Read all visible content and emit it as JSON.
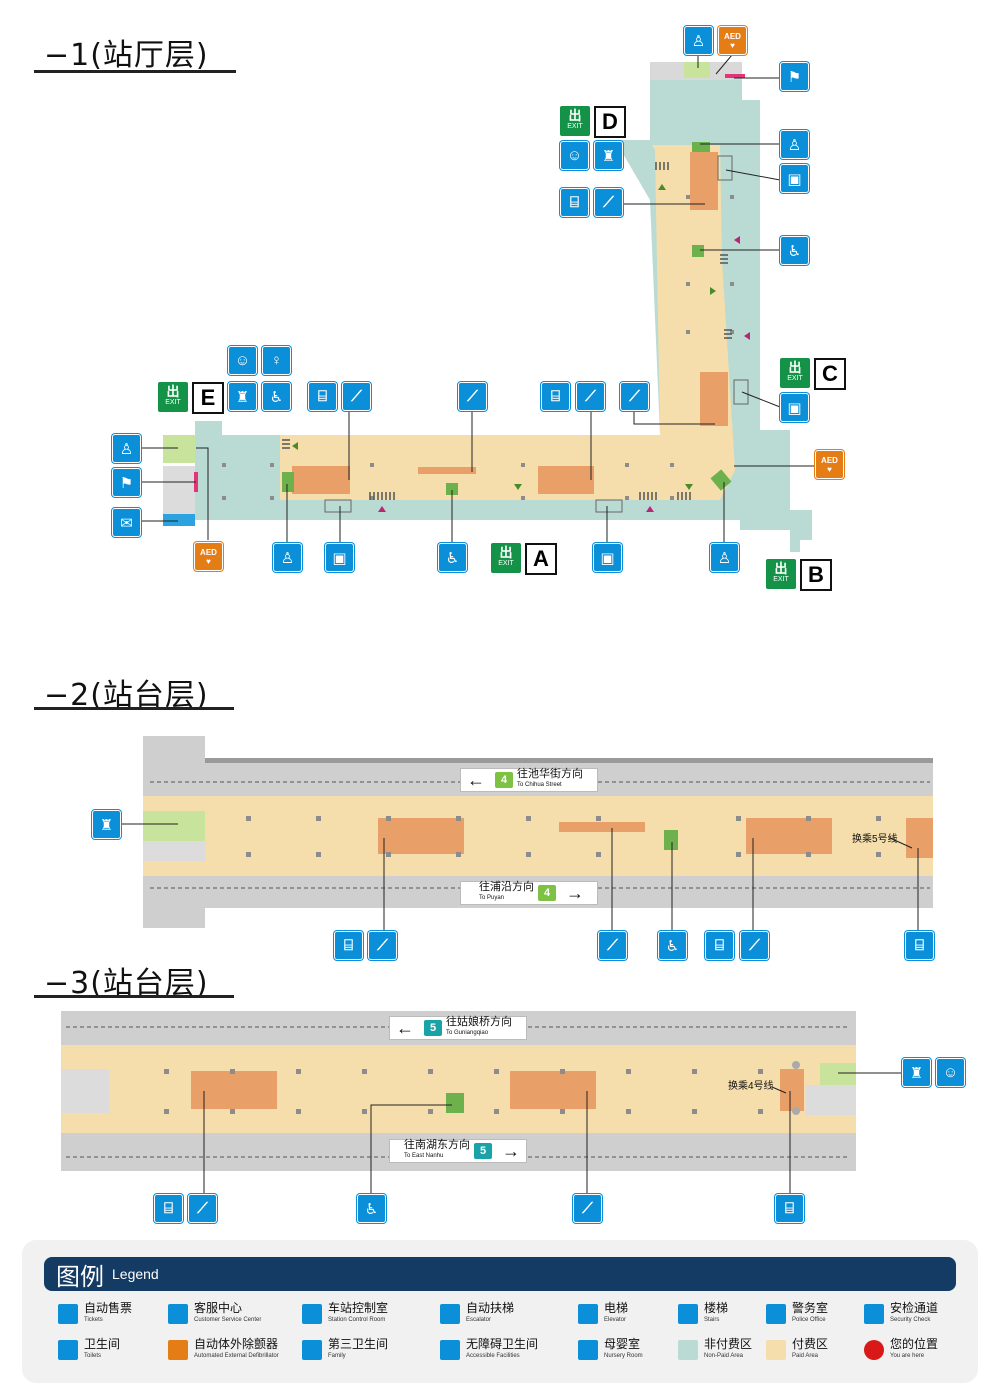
{
  "floors": {
    "f1": {
      "title": "−1(站厅层)"
    },
    "f2": {
      "title": "−2(站台层)"
    },
    "f3": {
      "title": "−3(站台层)"
    }
  },
  "exits": {
    "label_cn": "出",
    "label_en": "EXIT",
    "letters": [
      "A",
      "B",
      "C",
      "D",
      "E"
    ]
  },
  "aed_label": "AED",
  "f2_signs": {
    "top": {
      "cn": "往池华街方向",
      "en": "To Chihua Street",
      "line": "4",
      "line_color": "#7dc242"
    },
    "bottom": {
      "cn": "往浦沿方向",
      "en": "To Puyan",
      "line": "4",
      "line_color": "#7dc242"
    },
    "transfer": "换乘5号线"
  },
  "f3_signs": {
    "top": {
      "cn": "往姑娘桥方向",
      "en": "To Guniangqiao",
      "line": "5",
      "line_color": "#1aa3a7"
    },
    "bottom": {
      "cn": "往南湖东方向",
      "en": "To East Nanhu",
      "line": "5",
      "line_color": "#1aa3a7"
    },
    "transfer": "换乘4号线"
  },
  "legend": {
    "title_cn": "图例",
    "title_en": "Legend",
    "items": [
      {
        "cn": "自动售票",
        "en": "Tickets",
        "icon": "ticket-icon"
      },
      {
        "cn": "客服中心",
        "en": "Customer Service Center",
        "icon": "service-icon"
      },
      {
        "cn": "车站控制室",
        "en": "Station Control Room",
        "icon": "control-room-icon"
      },
      {
        "cn": "自动扶梯",
        "en": "Escalator",
        "icon": "escalator-icon"
      },
      {
        "cn": "电梯",
        "en": "Elevator",
        "icon": "elevator-icon"
      },
      {
        "cn": "楼梯",
        "en": "Stairs",
        "icon": "stairs-icon"
      },
      {
        "cn": "警务室",
        "en": "Police Office",
        "icon": "police-icon"
      },
      {
        "cn": "安检通道",
        "en": "Security Check",
        "icon": "security-icon"
      },
      {
        "cn": "卫生间",
        "en": "Toilets",
        "icon": "toilet-icon"
      },
      {
        "cn": "自动体外除颤器",
        "en": "Automated External Defibrillator",
        "icon": "aed-icon"
      },
      {
        "cn": "第三卫生间",
        "en": "Family",
        "icon": "family-toilet-icon"
      },
      {
        "cn": "无障碍卫生间",
        "en": "Accessible Facilities",
        "icon": "accessible-icon"
      },
      {
        "cn": "母婴室",
        "en": "Nursery Room",
        "icon": "nursery-icon"
      },
      {
        "cn": "非付费区",
        "en": "Non-Paid Area",
        "icon": "non-paid-swatch"
      },
      {
        "cn": "付费区",
        "en": "Paid Area",
        "icon": "paid-swatch"
      },
      {
        "cn": "您的位置",
        "en": "You are here",
        "icon": "you-are-here-dot"
      }
    ]
  },
  "colors": {
    "non_paid": "#b9dbd3",
    "paid": "#f5deab",
    "icon_blue": "#0a8fd8",
    "exit_green": "#139248",
    "escalator_orange": "#e9a068",
    "track_grey": "#cfcfcf",
    "legend_bar": "#143b63",
    "you_are_here": "#d91818"
  }
}
